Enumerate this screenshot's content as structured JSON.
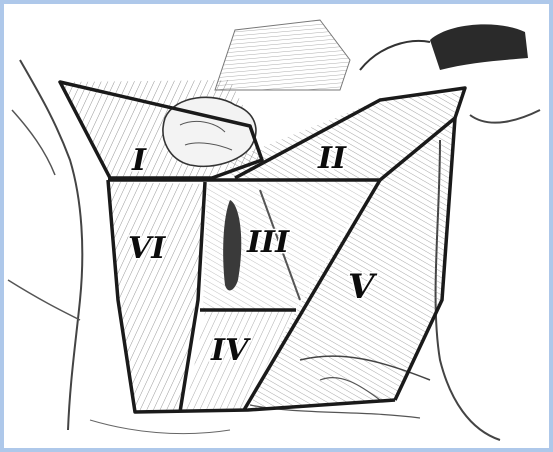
{
  "diagram": {
    "labels": {
      "level_1": "I",
      "level_2": "II",
      "level_3": "III",
      "level_4": "IV",
      "level_5": "V",
      "level_6": "VI"
    },
    "colors": {
      "outline": "#1a1a1a",
      "sketch": "#555555",
      "frame": "#aec8ea",
      "background": "#ffffff"
    }
  }
}
